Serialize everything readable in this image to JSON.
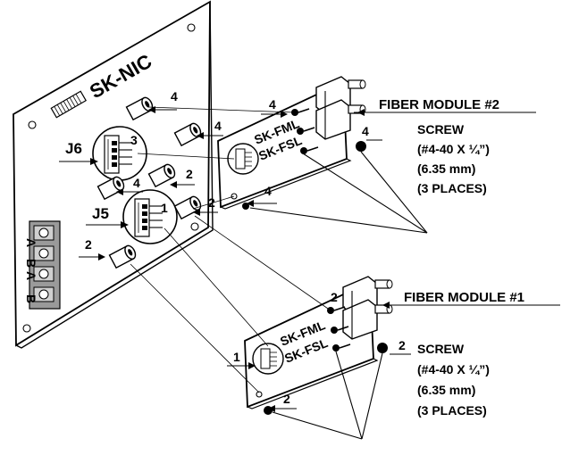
{
  "board": {
    "title": "SK-NIC",
    "j6": "J6",
    "j5": "J5",
    "j6_pin": "3",
    "j5_pin": "1",
    "terminals": [
      "A",
      "B",
      "A",
      "B"
    ]
  },
  "standoffs": {
    "label_4": "4",
    "label_2": "2"
  },
  "module2": {
    "title": "FIBER MODULE #2",
    "chip_top": "SK-FML",
    "chip_bottom": "SK-FSL",
    "screw_lines": [
      "SCREW",
      "(#4-40 X ¼”)",
      "(6.35 mm)",
      "(3 PLACES)"
    ],
    "screw_num": "4"
  },
  "module1": {
    "title": "FIBER MODULE #1",
    "chip_top": "SK-FML",
    "chip_bottom": "SK-FSL",
    "screw_lines": [
      "SCREW",
      "(#4-40 X ¼”)",
      "(6.35 mm)",
      "(3 PLACES)"
    ],
    "screw_num": "2",
    "pin": "1"
  }
}
